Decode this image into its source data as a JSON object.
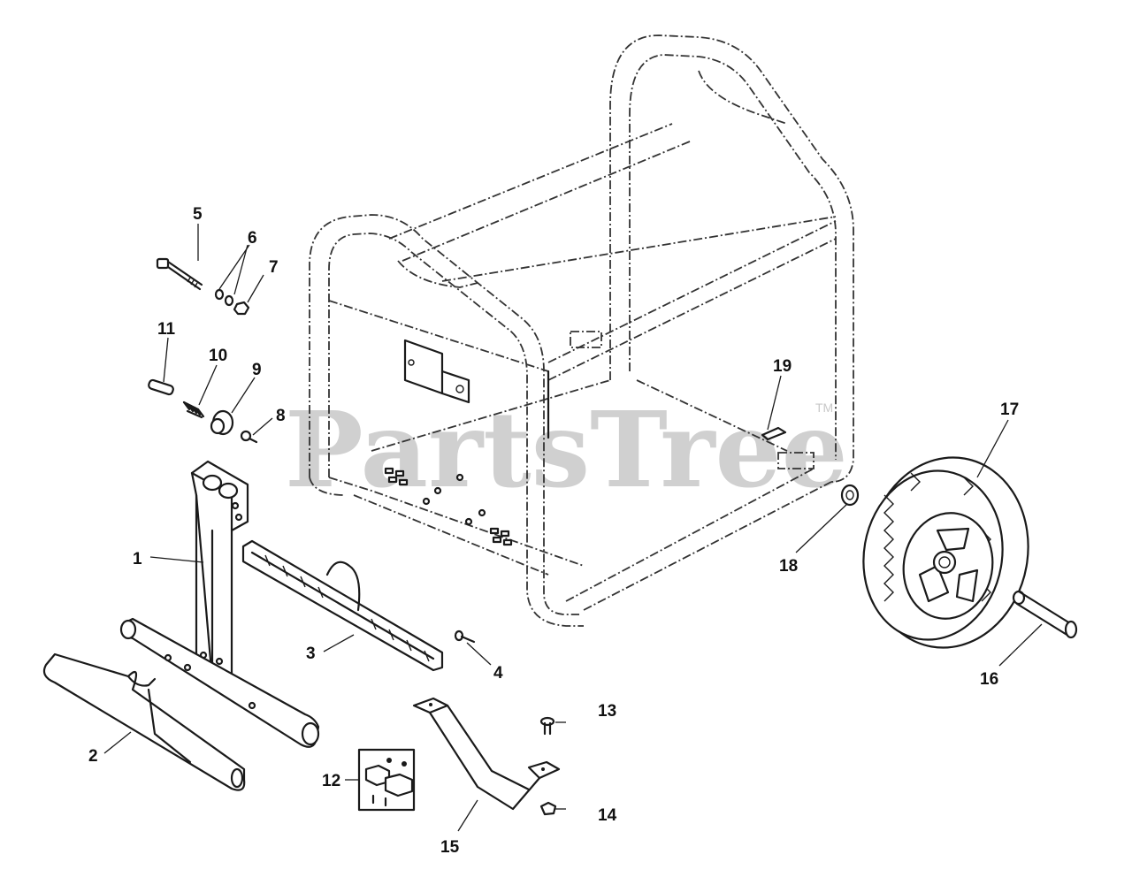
{
  "watermark": {
    "text": "PartsTree",
    "tm": "TM"
  },
  "callouts": {
    "c1": "1",
    "c2": "2",
    "c3": "3",
    "c4": "4",
    "c5": "5",
    "c6": "6",
    "c7": "7",
    "c8": "8",
    "c9": "9",
    "c10": "10",
    "c11": "11",
    "c12": "12",
    "c13": "13",
    "c14": "14",
    "c15": "15",
    "c16": "16",
    "c17": "17",
    "c18": "18",
    "c19": "19"
  }
}
